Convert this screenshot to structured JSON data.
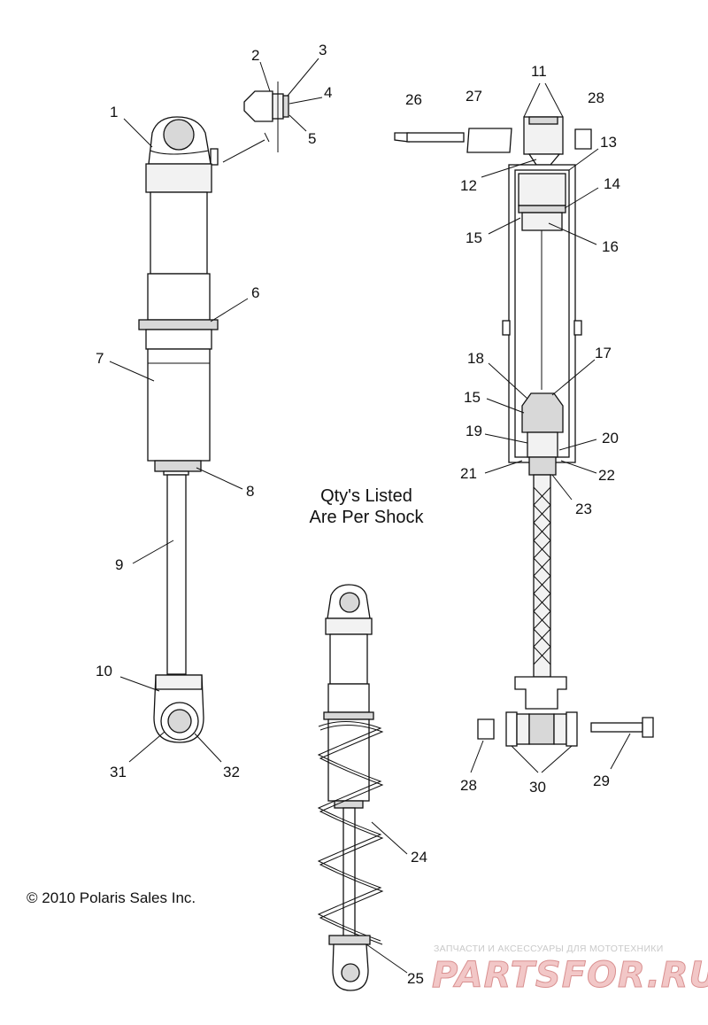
{
  "callouts": [
    {
      "id": "c1",
      "text": "1"
    },
    {
      "id": "c2",
      "text": "2"
    },
    {
      "id": "c3",
      "text": "3"
    },
    {
      "id": "c4",
      "text": "4"
    },
    {
      "id": "c5",
      "text": "5"
    },
    {
      "id": "c6",
      "text": "6"
    },
    {
      "id": "c7",
      "text": "7"
    },
    {
      "id": "c8",
      "text": "8"
    },
    {
      "id": "c9",
      "text": "9"
    },
    {
      "id": "c10",
      "text": "10"
    },
    {
      "id": "c31",
      "text": "31"
    },
    {
      "id": "c32",
      "text": "32"
    },
    {
      "id": "c11",
      "text": "11"
    },
    {
      "id": "c26",
      "text": "26"
    },
    {
      "id": "c27",
      "text": "27"
    },
    {
      "id": "c28a",
      "text": "28"
    },
    {
      "id": "c12",
      "text": "12"
    },
    {
      "id": "c13",
      "text": "13"
    },
    {
      "id": "c14",
      "text": "14"
    },
    {
      "id": "c15a",
      "text": "15"
    },
    {
      "id": "c16",
      "text": "16"
    },
    {
      "id": "c18",
      "text": "18"
    },
    {
      "id": "c17",
      "text": "17"
    },
    {
      "id": "c15b",
      "text": "15"
    },
    {
      "id": "c19",
      "text": "19"
    },
    {
      "id": "c20",
      "text": "20"
    },
    {
      "id": "c21",
      "text": "21"
    },
    {
      "id": "c22",
      "text": "22"
    },
    {
      "id": "c23",
      "text": "23"
    },
    {
      "id": "c24",
      "text": "24"
    },
    {
      "id": "c25",
      "text": "25"
    },
    {
      "id": "c28b",
      "text": "28"
    },
    {
      "id": "c30",
      "text": "30"
    },
    {
      "id": "c29",
      "text": "29"
    }
  ],
  "note": {
    "line1": "Qty's Listed",
    "line2": "Are Per Shock"
  },
  "copyright": "© 2010 Polaris Sales Inc.",
  "watermark": {
    "tagline": "ЗАПЧАСТИ И АКСЕССУАРЫ ДЛЯ МОТОТЕХНИКИ",
    "brand": "PARTSFOR.RU"
  },
  "colors": {
    "line": "#111111",
    "watermark_fill": "#f2c7c7",
    "watermark_stroke": "#d99090"
  }
}
